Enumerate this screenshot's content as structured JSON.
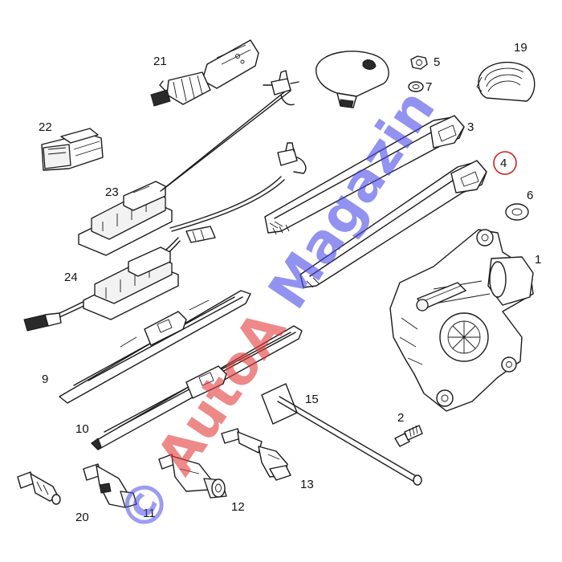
{
  "diagram": {
    "highlight_color": "#cc2222",
    "parts": [
      {
        "id": "1",
        "label": "1"
      },
      {
        "id": "2",
        "label": "2"
      },
      {
        "id": "3",
        "label": "3"
      },
      {
        "id": "4",
        "label": "4",
        "highlighted": true
      },
      {
        "id": "5",
        "label": "5"
      },
      {
        "id": "6",
        "label": "6"
      },
      {
        "id": "7",
        "label": "7"
      },
      {
        "id": "9",
        "label": "9"
      },
      {
        "id": "10",
        "label": "10"
      },
      {
        "id": "11",
        "label": "11"
      },
      {
        "id": "12",
        "label": "12"
      },
      {
        "id": "13",
        "label": "13"
      },
      {
        "id": "15",
        "label": "15"
      },
      {
        "id": "19",
        "label": "19"
      },
      {
        "id": "20",
        "label": "20"
      },
      {
        "id": "21",
        "label": "21"
      },
      {
        "id": "22",
        "label": "22"
      },
      {
        "id": "23",
        "label": "23"
      },
      {
        "id": "24",
        "label": "24"
      }
    ]
  },
  "watermark": {
    "prefix": "© ",
    "red_part": "AutoA",
    "blue_part": " Magazin",
    "red_color": "#e23a3a",
    "blue_color": "#4a4ae6"
  }
}
